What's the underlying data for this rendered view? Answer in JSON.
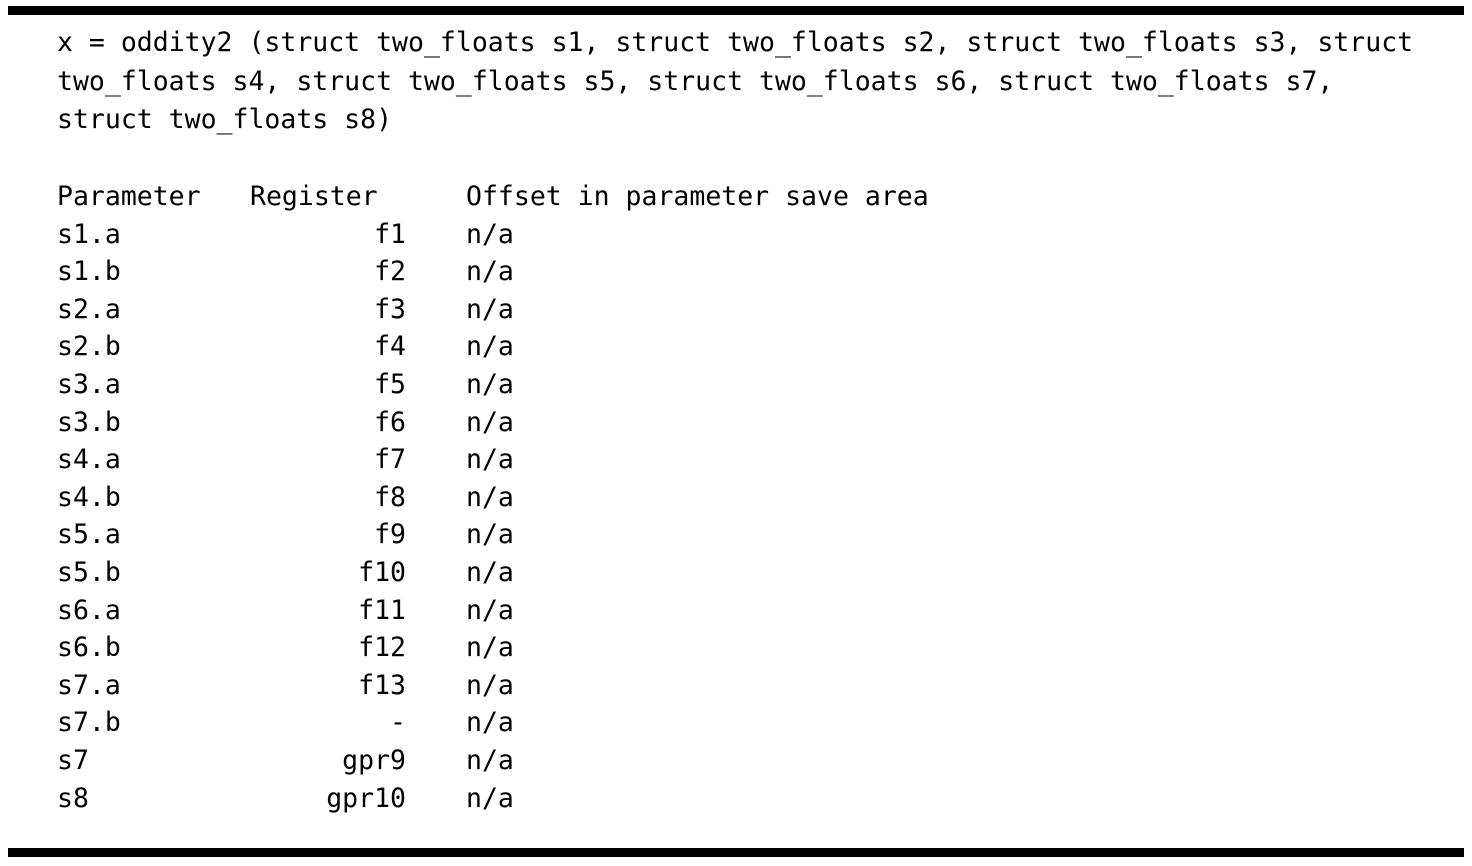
{
  "document": {
    "signature": "x = oddity2 (struct two_floats s1, struct two_floats s2, struct two_floats s3, struct two_floats s4, struct two_floats s5, struct two_floats s6, struct two_floats s7, struct two_floats s8)",
    "rule_color": "#000000",
    "background_color": "#ffffff",
    "text_color": "#000000"
  },
  "table": {
    "headers": {
      "parameter": "Parameter",
      "register": "Register",
      "offset": "Offset in parameter save area"
    },
    "rows": [
      {
        "parameter": "s1.a",
        "register": "f1",
        "offset": "n/a"
      },
      {
        "parameter": "s1.b",
        "register": "f2",
        "offset": "n/a"
      },
      {
        "parameter": "s2.a",
        "register": "f3",
        "offset": "n/a"
      },
      {
        "parameter": "s2.b",
        "register": "f4",
        "offset": "n/a"
      },
      {
        "parameter": "s3.a",
        "register": "f5",
        "offset": "n/a"
      },
      {
        "parameter": "s3.b",
        "register": "f6",
        "offset": "n/a"
      },
      {
        "parameter": "s4.a",
        "register": "f7",
        "offset": "n/a"
      },
      {
        "parameter": "s4.b",
        "register": "f8",
        "offset": "n/a"
      },
      {
        "parameter": "s5.a",
        "register": "f9",
        "offset": "n/a"
      },
      {
        "parameter": "s5.b",
        "register": "f10",
        "offset": "n/a"
      },
      {
        "parameter": "s6.a",
        "register": "f11",
        "offset": "n/a"
      },
      {
        "parameter": "s6.b",
        "register": "f12",
        "offset": "n/a"
      },
      {
        "parameter": "s7.a",
        "register": "f13",
        "offset": "n/a"
      },
      {
        "parameter": "s7.b",
        "register": "-",
        "offset": "n/a"
      },
      {
        "parameter": "s7",
        "register": "gpr9",
        "offset": "n/a"
      },
      {
        "parameter": "s8",
        "register": "gpr10",
        "offset": "n/a"
      }
    ]
  }
}
